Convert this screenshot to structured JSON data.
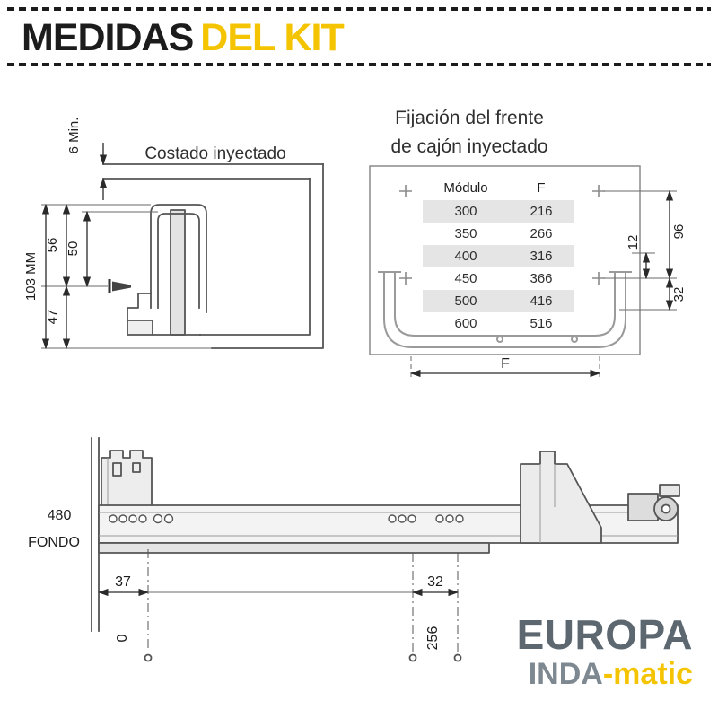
{
  "colors": {
    "accent": "#F5C400",
    "ink": "#1c1c1c",
    "drawing_line": "#555555",
    "logo_gray": "#5c6770",
    "logo_gray_light": "#7d8891",
    "table_shade": "#e5e5e5"
  },
  "header": {
    "title_part1": "MEDIDAS",
    "title_part2": "DEL KIT"
  },
  "side_section": {
    "title": "Costado inyectado",
    "dims": {
      "top_gap": "6 Min.",
      "d56": "56",
      "d50": "50",
      "overall": "103 MM",
      "d47": "47"
    }
  },
  "front_section": {
    "title_line1": "Fijación del frente",
    "title_line2": "de cajón inyectado",
    "table": {
      "col1": "Módulo",
      "col2": "F",
      "rows": [
        [
          "300",
          "216"
        ],
        [
          "350",
          "266"
        ],
        [
          "400",
          "316"
        ],
        [
          "450",
          "366"
        ],
        [
          "500",
          "416"
        ],
        [
          "600",
          "516"
        ]
      ]
    },
    "dims": {
      "d96": "96",
      "d12": "12",
      "d32": "32",
      "f": "F"
    }
  },
  "profile_section": {
    "depth_value": "480",
    "depth_label": "FONDO",
    "dims": {
      "d37": "37",
      "d32": "32",
      "d0": "0",
      "d256": "256"
    }
  },
  "logo": {
    "line1": "EUROPA",
    "line2_gray": "INDA",
    "line2_dash": "-",
    "line2_yellow": "matic"
  }
}
